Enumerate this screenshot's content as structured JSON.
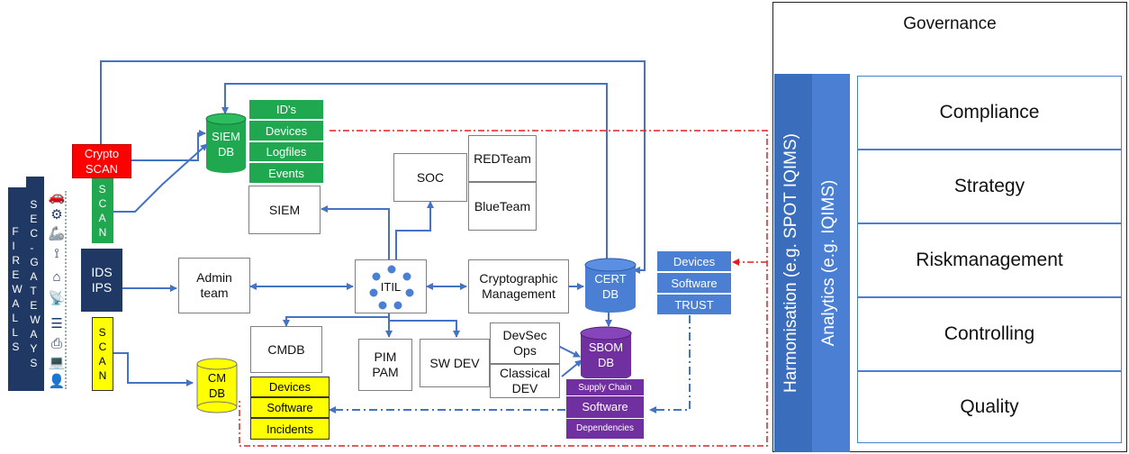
{
  "firewalls": "FIREWALLS",
  "sec_gateways": "SEC-GATEWAYS",
  "crypto_scan": "Crypto\nSCAN",
  "scan_top": "SCAN",
  "scan_bottom": "SCAN",
  "ids_ips": "IDS\nIPS",
  "siem_db": "SIEM\nDB",
  "siem_db_items": [
    "ID's",
    "Devices",
    "Logfiles",
    "Events"
  ],
  "siem": "SIEM",
  "soc": "SOC",
  "redteam": "REDTeam",
  "blueteam": "BlueTeam",
  "admin_team": "Admin\nteam",
  "itil": "ITIL",
  "cryptographic_management": "Cryptographic\nManagement",
  "cert_db": "CERT\nDB",
  "trust_items": [
    "Devices",
    "Software",
    "TRUST"
  ],
  "cmdb": "CMDB",
  "cm_db": "CM\nDB",
  "cmdb_items": [
    "Devices",
    "Software",
    "Incidents"
  ],
  "pim_pam": "PIM\nPAM",
  "sw_dev": "SW DEV",
  "devsecops": "DevSec\nOps",
  "classical_dev": "Classical\nDEV",
  "sbom_db": "SBOM\nDB",
  "sbom_items": [
    "Supply Chain",
    "Software",
    "Dependencies"
  ],
  "governance": "Governance",
  "harmonisation": "Harmonisation (e.g. SPOT IQIMS)",
  "analytics": "Analytics (e.g. IQIMS)",
  "governance_rows": [
    "Compliance",
    "Strategy",
    "Riskmanagement",
    "Controlling",
    "Quality"
  ],
  "icons": [
    "car-icon",
    "wind-turbine-icon",
    "robot-arm-icon",
    "tower-icon",
    "house-icon",
    "satellite-icon",
    "server-rack-icon",
    "printer-icon",
    "laptop-icon",
    "user-icon"
  ],
  "colors": {
    "line": "#4472c4",
    "red_dash": "#e02020",
    "green": "#1fa84f",
    "blue": "#4a7fd4",
    "navy": "#1f3864",
    "purple": "#7030a0",
    "yellow": "#ffff00",
    "red": "#ff0000"
  }
}
